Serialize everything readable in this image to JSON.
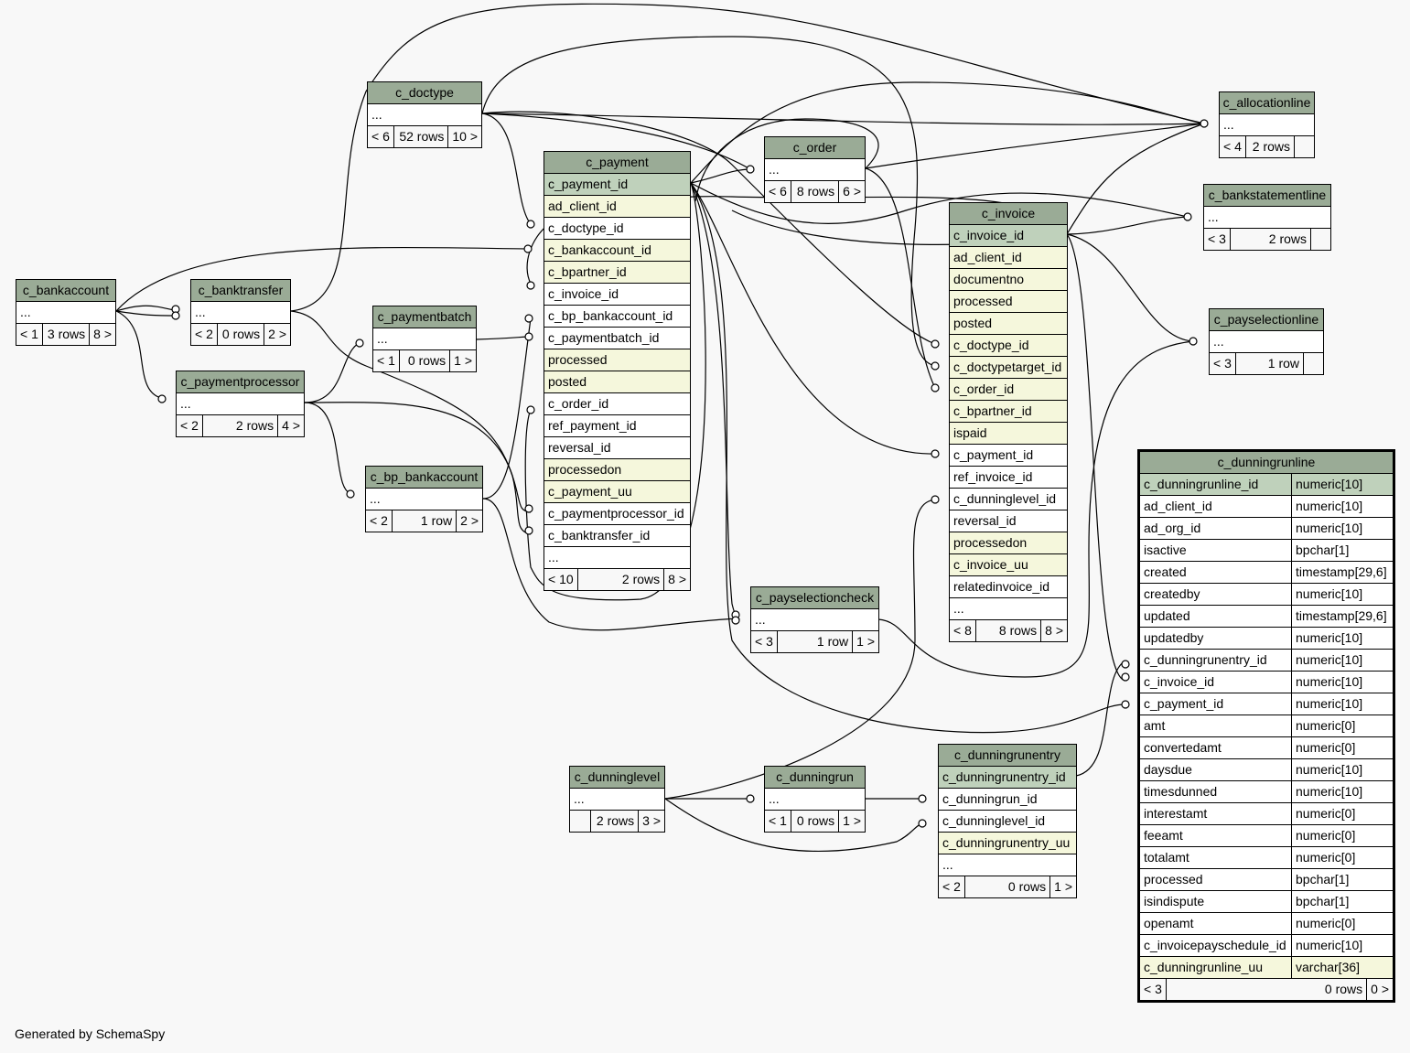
{
  "generated_by": "Generated by SchemaSpy",
  "tables": [
    {
      "name": "c_doctype",
      "rows": [
        [
          "...",
          "n"
        ]
      ],
      "footer": [
        "< 6",
        "52 rows",
        "10 >"
      ]
    },
    {
      "name": "c_payment",
      "rows": [
        [
          "c_payment_id",
          "pk"
        ],
        [
          "ad_client_id",
          "idx"
        ],
        [
          "c_doctype_id",
          "n"
        ],
        [
          "c_bankaccount_id",
          "idx"
        ],
        [
          "c_bpartner_id",
          "idx"
        ],
        [
          "c_invoice_id",
          "n"
        ],
        [
          "c_bp_bankaccount_id",
          "n"
        ],
        [
          "c_paymentbatch_id",
          "n"
        ],
        [
          "processed",
          "idx"
        ],
        [
          "posted",
          "idx"
        ],
        [
          "c_order_id",
          "n"
        ],
        [
          "ref_payment_id",
          "n"
        ],
        [
          "reversal_id",
          "n"
        ],
        [
          "processedon",
          "idx"
        ],
        [
          "c_payment_uu",
          "idx"
        ],
        [
          "c_paymentprocessor_id",
          "n"
        ],
        [
          "c_banktransfer_id",
          "n"
        ],
        [
          "...",
          "n"
        ]
      ],
      "footer": [
        "< 10",
        "2 rows",
        "8 >"
      ]
    },
    {
      "name": "c_order",
      "rows": [
        [
          "...",
          "n"
        ]
      ],
      "footer": [
        "< 6",
        "8 rows",
        "6 >"
      ]
    },
    {
      "name": "c_allocationline",
      "rows": [
        [
          "...",
          "n"
        ]
      ],
      "footer": [
        "< 4",
        "2 rows",
        ""
      ]
    },
    {
      "name": "c_bankstatementline",
      "rows": [
        [
          "...",
          "n"
        ]
      ],
      "footer": [
        "< 3",
        "2 rows",
        ""
      ]
    },
    {
      "name": "c_invoice",
      "rows": [
        [
          "c_invoice_id",
          "pk"
        ],
        [
          "ad_client_id",
          "idx"
        ],
        [
          "documentno",
          "idx"
        ],
        [
          "processed",
          "idx"
        ],
        [
          "posted",
          "idx"
        ],
        [
          "c_doctype_id",
          "idx"
        ],
        [
          "c_doctypetarget_id",
          "idx"
        ],
        [
          "c_order_id",
          "idx"
        ],
        [
          "c_bpartner_id",
          "idx"
        ],
        [
          "ispaid",
          "idx"
        ],
        [
          "c_payment_id",
          "n"
        ],
        [
          "ref_invoice_id",
          "n"
        ],
        [
          "c_dunninglevel_id",
          "n"
        ],
        [
          "reversal_id",
          "n"
        ],
        [
          "processedon",
          "idx"
        ],
        [
          "c_invoice_uu",
          "idx"
        ],
        [
          "relatedinvoice_id",
          "n"
        ],
        [
          "...",
          "n"
        ]
      ],
      "footer": [
        "< 8",
        "8 rows",
        "8 >"
      ]
    },
    {
      "name": "c_payselectionline",
      "rows": [
        [
          "...",
          "n"
        ]
      ],
      "footer": [
        "< 3",
        "1 row",
        ""
      ]
    },
    {
      "name": "c_bankaccount",
      "rows": [
        [
          "...",
          "n"
        ]
      ],
      "footer": [
        "< 1",
        "3 rows",
        "8 >"
      ]
    },
    {
      "name": "c_banktransfer",
      "rows": [
        [
          "...",
          "n"
        ]
      ],
      "footer": [
        "< 2",
        "0 rows",
        "2 >"
      ]
    },
    {
      "name": "c_paymentbatch",
      "rows": [
        [
          "...",
          "n"
        ]
      ],
      "footer": [
        "< 1",
        "0 rows",
        "1 >"
      ]
    },
    {
      "name": "c_paymentprocessor",
      "rows": [
        [
          "...",
          "n"
        ]
      ],
      "footer": [
        "< 2",
        "2 rows",
        "4 >"
      ]
    },
    {
      "name": "c_bp_bankaccount",
      "rows": [
        [
          "...",
          "n"
        ]
      ],
      "footer": [
        "< 2",
        "1 row",
        "2 >"
      ]
    },
    {
      "name": "c_payselectioncheck",
      "rows": [
        [
          "...",
          "n"
        ]
      ],
      "footer": [
        "< 3",
        "1 row",
        "1 >"
      ]
    },
    {
      "name": "c_dunninglevel",
      "rows": [
        [
          "...",
          "n"
        ]
      ],
      "footer": [
        "",
        "2 rows",
        "3 >"
      ]
    },
    {
      "name": "c_dunningrun",
      "rows": [
        [
          "...",
          "n"
        ]
      ],
      "footer": [
        "< 1",
        "0 rows",
        "1 >"
      ]
    },
    {
      "name": "c_dunningrunentry",
      "rows": [
        [
          "c_dunningrunentry_id",
          "pk"
        ],
        [
          "c_dunningrun_id",
          "n"
        ],
        [
          "c_dunninglevel_id",
          "n"
        ],
        [
          "c_dunningrunentry_uu",
          "idx"
        ],
        [
          "...",
          "n"
        ]
      ],
      "footer": [
        "< 2",
        "0 rows",
        "1 >"
      ]
    },
    {
      "name": "c_dunningrunline",
      "focus": true,
      "rows": [
        [
          "c_dunningrunline_id",
          "pk",
          "numeric[10]"
        ],
        [
          "ad_client_id",
          "n",
          "numeric[10]"
        ],
        [
          "ad_org_id",
          "n",
          "numeric[10]"
        ],
        [
          "isactive",
          "n",
          "bpchar[1]"
        ],
        [
          "created",
          "n",
          "timestamp[29,6]"
        ],
        [
          "createdby",
          "n",
          "numeric[10]"
        ],
        [
          "updated",
          "n",
          "timestamp[29,6]"
        ],
        [
          "updatedby",
          "n",
          "numeric[10]"
        ],
        [
          "c_dunningrunentry_id",
          "n",
          "numeric[10]"
        ],
        [
          "c_invoice_id",
          "n",
          "numeric[10]"
        ],
        [
          "c_payment_id",
          "n",
          "numeric[10]"
        ],
        [
          "amt",
          "n",
          "numeric[0]"
        ],
        [
          "convertedamt",
          "n",
          "numeric[0]"
        ],
        [
          "daysdue",
          "n",
          "numeric[10]"
        ],
        [
          "timesdunned",
          "n",
          "numeric[10]"
        ],
        [
          "interestamt",
          "n",
          "numeric[0]"
        ],
        [
          "feeamt",
          "n",
          "numeric[0]"
        ],
        [
          "totalamt",
          "n",
          "numeric[0]"
        ],
        [
          "processed",
          "n",
          "bpchar[1]"
        ],
        [
          "isindispute",
          "n",
          "bpchar[1]"
        ],
        [
          "openamt",
          "n",
          "numeric[0]"
        ],
        [
          "c_invoicepayschedule_id",
          "n",
          "numeric[10]"
        ],
        [
          "c_dunningrunline_uu",
          "idx",
          "varchar[36]"
        ]
      ],
      "footer": [
        "< 3",
        "0 rows",
        "0 >"
      ]
    }
  ]
}
